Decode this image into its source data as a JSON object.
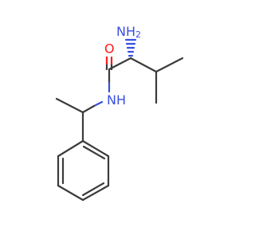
{
  "molecule": {
    "atoms": {
      "amine": {
        "symbol": "N",
        "hydrogens": "H",
        "count": "2",
        "color": "#3a4fe0"
      },
      "carbonyl_oxygen": {
        "symbol": "O",
        "color": "#ff1a1a"
      },
      "amide_nitrogen": {
        "symbol": "N",
        "hydrogens": "H",
        "color": "#3a4fe0"
      }
    },
    "bond_color": "#3b3b3b",
    "stereo": "hashed-wedge"
  }
}
